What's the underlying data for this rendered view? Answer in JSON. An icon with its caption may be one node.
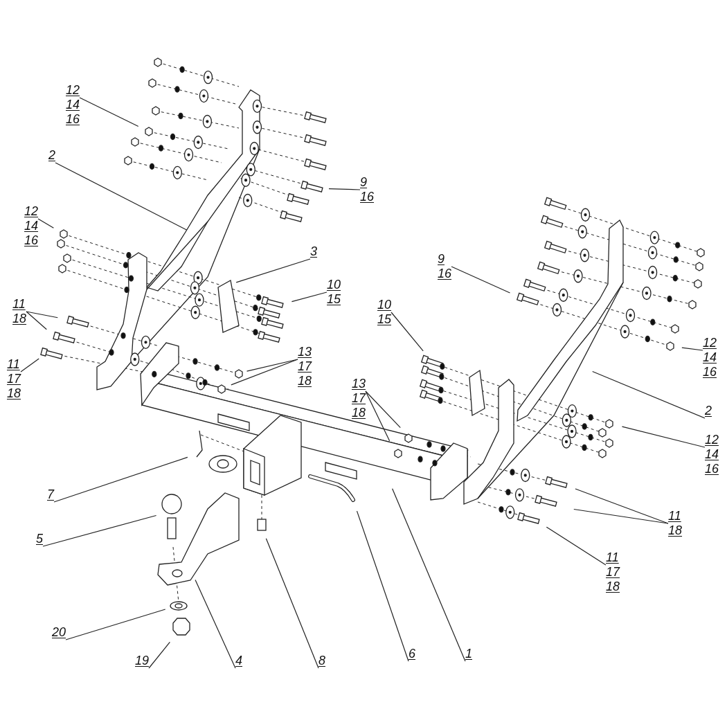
{
  "diagram": {
    "nodes": [
      {
        "text": [
          "12",
          "14",
          "16"
        ]
      },
      {
        "text": [
          "2"
        ]
      },
      {
        "text": [
          "9",
          "16"
        ]
      },
      {
        "text": [
          "12",
          "14",
          "16"
        ]
      },
      {
        "text": [
          "3"
        ]
      },
      {
        "text": [
          "9",
          "16"
        ]
      },
      {
        "text": [
          "10",
          "15"
        ]
      },
      {
        "text": [
          "10",
          "15"
        ]
      },
      {
        "text": [
          "11",
          "18"
        ]
      },
      {
        "text": [
          "11",
          "17",
          "18"
        ]
      },
      {
        "text": [
          "13",
          "17",
          "18"
        ]
      },
      {
        "text": [
          "12",
          "14",
          "16"
        ]
      },
      {
        "text": [
          "13",
          "17",
          "18"
        ]
      },
      {
        "text": [
          "2"
        ]
      },
      {
        "text": [
          "12",
          "14",
          "16"
        ]
      },
      {
        "text": [
          "7"
        ]
      },
      {
        "text": [
          "11",
          "18"
        ]
      },
      {
        "text": [
          "5"
        ]
      },
      {
        "text": [
          "11",
          "17",
          "18"
        ]
      },
      {
        "text": [
          "20"
        ]
      },
      {
        "text": [
          "19"
        ]
      },
      {
        "text": [
          "4"
        ]
      },
      {
        "text": [
          "8"
        ]
      },
      {
        "text": [
          "6"
        ]
      },
      {
        "text": [
          "1"
        ]
      }
    ],
    "edges": [
      {
        "from": 0,
        "to": null,
        "arrow": "none"
      },
      {
        "from": 1,
        "to": null,
        "arrow": "none"
      },
      {
        "from": 2,
        "to": null,
        "arrow": "none"
      },
      {
        "from": 3,
        "to": null,
        "arrow": "none"
      },
      {
        "from": 4,
        "to": null,
        "arrow": "none"
      },
      {
        "from": 5,
        "to": null,
        "arrow": "none"
      },
      {
        "from": 6,
        "to": null,
        "arrow": "none"
      },
      {
        "from": 7,
        "to": null,
        "arrow": "none"
      },
      {
        "from": 8,
        "to": null,
        "arrow": "none"
      },
      {
        "from": 8,
        "to": null,
        "arrow": "none"
      },
      {
        "from": 9,
        "to": null,
        "arrow": "none"
      },
      {
        "from": 10,
        "to": null,
        "arrow": "none"
      },
      {
        "from": 10,
        "to": null,
        "arrow": "none"
      },
      {
        "from": 11,
        "to": null,
        "arrow": "none"
      },
      {
        "from": 12,
        "to": null,
        "arrow": "none"
      },
      {
        "from": 12,
        "to": null,
        "arrow": "none"
      },
      {
        "from": 13,
        "to": null,
        "arrow": "none"
      },
      {
        "from": 14,
        "to": null,
        "arrow": "none"
      },
      {
        "from": 15,
        "to": null,
        "arrow": "none"
      },
      {
        "from": 16,
        "to": null,
        "arrow": "none"
      },
      {
        "from": 16,
        "to": null,
        "arrow": "none"
      },
      {
        "from": 17,
        "to": null,
        "arrow": "none"
      },
      {
        "from": 18,
        "to": null,
        "arrow": "none"
      },
      {
        "from": 19,
        "to": null,
        "arrow": "none"
      },
      {
        "from": 20,
        "to": null,
        "arrow": "none"
      },
      {
        "from": 21,
        "to": null,
        "arrow": "none"
      },
      {
        "from": 22,
        "to": null,
        "arrow": "none"
      },
      {
        "from": 23,
        "to": null,
        "arrow": "none"
      },
      {
        "from": 24,
        "to": null,
        "arrow": "none"
      }
    ]
  }
}
